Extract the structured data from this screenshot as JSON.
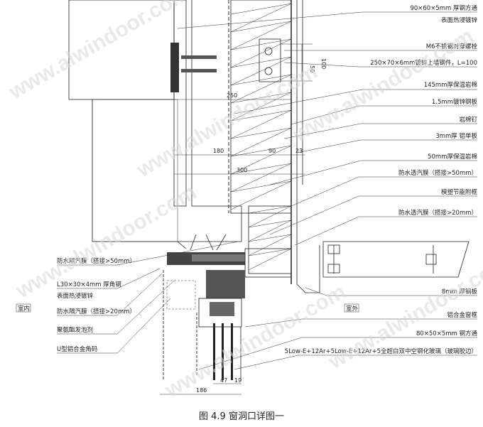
{
  "watermark": "www.alwindoor.com",
  "caption": "图 4.9  窗洞口详图一",
  "labels_right": [
    "90×60×5mm 厚钢方通",
    "表面热浸镀锌",
    "M6不锈钢对穿螺栓",
    "250×70×6mm镀锌上墙钢件，L=100",
    "145mm厚保温岩棉",
    "1.5mm镀锌钢板",
    "岩棉钉",
    "3mm厚 铝单板",
    "50mm厚保温岩棉",
    "防水透汽膜（搭接>50mm）",
    "模塑节能附框",
    "防水透汽膜（搭接>20mm）",
    "8mm 厚钢板",
    "铝合金窗框",
    "80×50×5mm 钢方通",
    "5Low-E+12Ar+5Low-E+12Ar+5全超白双中空钢化玻璃（玻璃胶边）"
  ],
  "labels_left": [
    "防水隔汽膜（搭接>50mm）",
    "L30×30×4mm 厚角钢",
    "表面热浸镀锌",
    "防水隔汽膜（搭接>20mm）",
    "聚氨酯发泡剂",
    "U型铝合金角码"
  ],
  "zones": {
    "indoor": "室内",
    "outdoor": "室外"
  },
  "dimensions": [
    "50",
    "100",
    "250",
    "180",
    "90",
    "23",
    "300",
    "186",
    "47",
    "19"
  ]
}
